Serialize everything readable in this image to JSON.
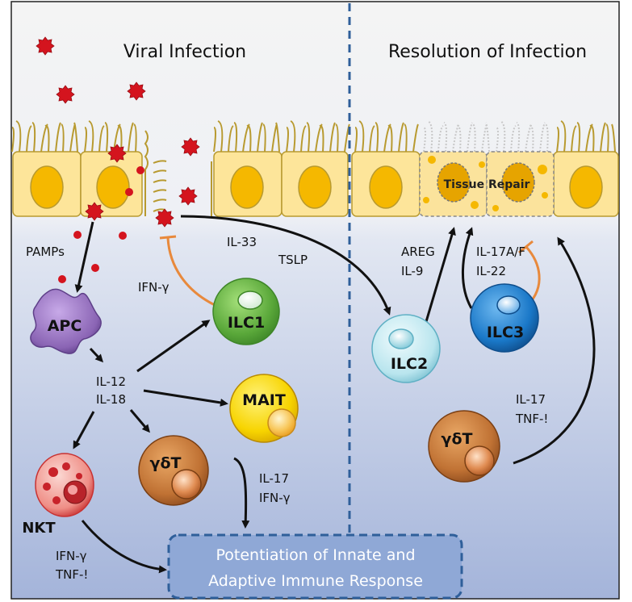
{
  "panels": {
    "left_title": "Viral Infection",
    "right_title": "Resolution of Infection"
  },
  "labels": {
    "pamps": "PAMPs",
    "ifn_gamma_left": "IFN-γ",
    "il33": "IL-33",
    "tslp": "TSLP",
    "il12": "IL-12",
    "il18": "IL-18",
    "il17_mid": "IL-17",
    "ifn_gamma_mid": "IFN-γ",
    "ifn_gamma_nkt": "IFN-γ",
    "tnf_nkt": "TNF-!",
    "areg": "AREG",
    "il9": "IL-9",
    "il17af": "IL-17A/F",
    "il22": "IL-22",
    "il17_right": "IL-17",
    "tnf_right": "TNF-!",
    "tissue_repair": "Tissue Repair"
  },
  "cells": {
    "apc": "APC",
    "ilc1": "ILC1",
    "mait": "MAIT",
    "gdt_left": "γδT",
    "nkt": "NKT",
    "ilc2": "ILC2",
    "ilc3": "ILC3",
    "gdt_right": "γδT"
  },
  "outcome": {
    "line1": "Potentiation of Innate and",
    "line2": "Adaptive Immune Response"
  },
  "colors": {
    "background_top": "#f4f4f4",
    "background_bottom": "#a4b4da",
    "divider": "#2f5f9a",
    "epithelium": "#fde59a",
    "nucleus": "#f5b800",
    "virus": "#d4141e",
    "inhibition": "#e8893c",
    "ilc1": "#5aa83a",
    "mait": "#f7d400",
    "gdt": "#b5652a",
    "nkt": "#c83232",
    "ilc2": "#a9dbe4",
    "ilc3": "#1a78c8",
    "apc": "#8a64b4",
    "outcome_fill": "#8fa8d6"
  }
}
